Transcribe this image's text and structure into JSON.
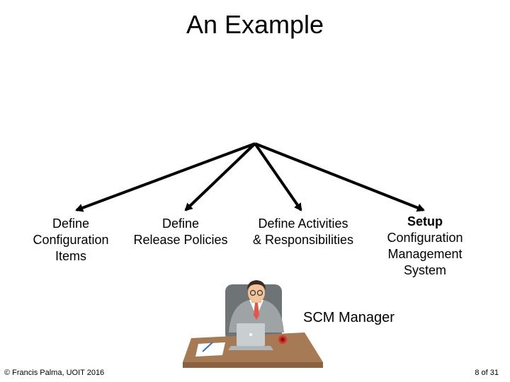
{
  "slide": {
    "title": "An Example",
    "branches": [
      {
        "lines": [
          "Define",
          "Configuration",
          "Items"
        ]
      },
      {
        "lines": [
          "Define",
          "Release Policies"
        ]
      },
      {
        "lines": [
          "Define Activities",
          "& Responsibilities"
        ]
      },
      {
        "lines": [
          "Setup",
          "Configuration",
          "Management",
          "System"
        ]
      }
    ],
    "role_label": "SCM Manager",
    "footer_left": "© Francis Palma, UOIT 2016",
    "footer_right": "8 of 31"
  }
}
